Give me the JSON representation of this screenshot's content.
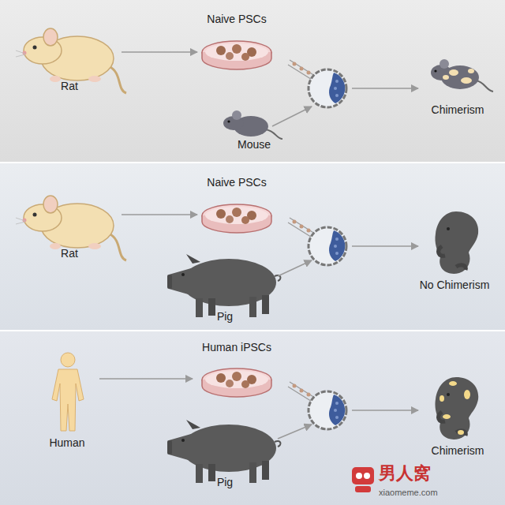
{
  "diagram": {
    "nodes": [
      {
        "text": [
          "Rat"
        ]
      },
      {
        "text": [
          "Naive PSCs"
        ]
      },
      {
        "text": [
          "Mouse"
        ]
      },
      {
        "text": [
          "Chimerism"
        ]
      },
      {
        "text": [
          "Rat"
        ]
      },
      {
        "text": [
          "Naive PSCs"
        ]
      },
      {
        "text": [
          "Pig"
        ]
      },
      {
        "text": [
          "No Chimerism"
        ]
      },
      {
        "text": [
          "Human"
        ]
      },
      {
        "text": [
          "Human iPSCs"
        ]
      },
      {
        "text": [
          "Pig"
        ]
      },
      {
        "text": [
          "Chimerism"
        ]
      }
    ],
    "edges": [
      {
        "from": 0,
        "to": 1,
        "arrow": "to"
      },
      {
        "from": 4,
        "to": 5,
        "arrow": "to"
      },
      {
        "from": 8,
        "to": 9,
        "arrow": "to"
      }
    ],
    "labels": [
      "男人窝",
      "xiaomeme.com"
    ]
  }
}
